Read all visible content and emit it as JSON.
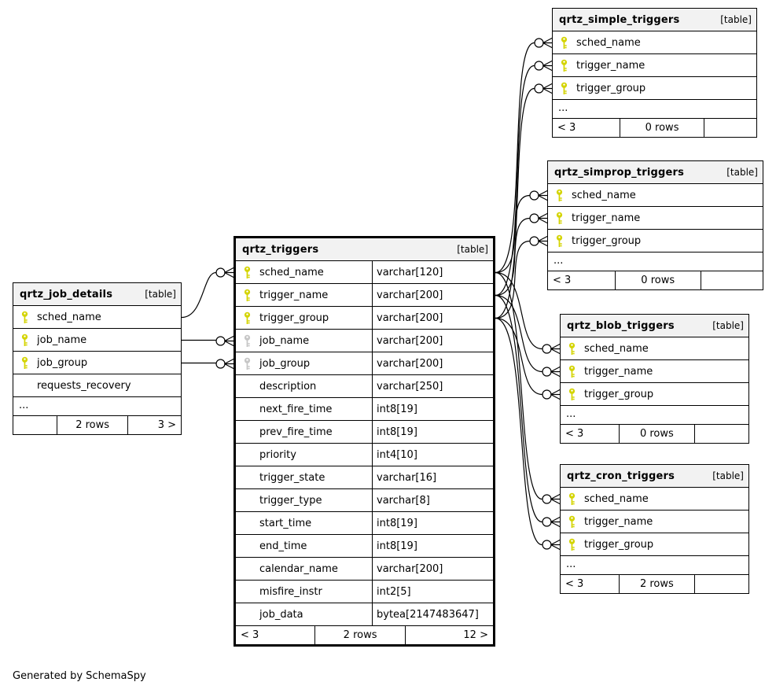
{
  "generated_by": "Generated by SchemaSpy",
  "colors": {
    "primary_key": "#d4d400",
    "foreign_key": "#c6c6c6",
    "header_bg": "#f2f2f2",
    "line": "#000000"
  },
  "tables": [
    {
      "id": "qrtz_job_details",
      "name": "qrtz_job_details",
      "tag": "[table]",
      "columns": [
        {
          "name": "sched_name",
          "key": "pk"
        },
        {
          "name": "job_name",
          "key": "pk"
        },
        {
          "name": "job_group",
          "key": "pk"
        },
        {
          "name": "requests_recovery",
          "key": "none"
        }
      ],
      "ellipsis": "...",
      "footer": {
        "left": "",
        "center": "2 rows",
        "right": "3 >"
      }
    },
    {
      "id": "qrtz_triggers",
      "name": "qrtz_triggers",
      "tag": "[table]",
      "columns": [
        {
          "name": "sched_name",
          "type": "varchar[120]",
          "key": "pk"
        },
        {
          "name": "trigger_name",
          "type": "varchar[200]",
          "key": "pk"
        },
        {
          "name": "trigger_group",
          "type": "varchar[200]",
          "key": "pk"
        },
        {
          "name": "job_name",
          "type": "varchar[200]",
          "key": "fk"
        },
        {
          "name": "job_group",
          "type": "varchar[200]",
          "key": "fk"
        },
        {
          "name": "description",
          "type": "varchar[250]",
          "key": "none"
        },
        {
          "name": "next_fire_time",
          "type": "int8[19]",
          "key": "none"
        },
        {
          "name": "prev_fire_time",
          "type": "int8[19]",
          "key": "none"
        },
        {
          "name": "priority",
          "type": "int4[10]",
          "key": "none"
        },
        {
          "name": "trigger_state",
          "type": "varchar[16]",
          "key": "none"
        },
        {
          "name": "trigger_type",
          "type": "varchar[8]",
          "key": "none"
        },
        {
          "name": "start_time",
          "type": "int8[19]",
          "key": "none"
        },
        {
          "name": "end_time",
          "type": "int8[19]",
          "key": "none"
        },
        {
          "name": "calendar_name",
          "type": "varchar[200]",
          "key": "none"
        },
        {
          "name": "misfire_instr",
          "type": "int2[5]",
          "key": "none"
        },
        {
          "name": "job_data",
          "type": "bytea[2147483647]",
          "key": "none"
        }
      ],
      "footer": {
        "left": "< 3",
        "center": "2 rows",
        "right": "12 >"
      }
    },
    {
      "id": "qrtz_simple_triggers",
      "name": "qrtz_simple_triggers",
      "tag": "[table]",
      "columns": [
        {
          "name": "sched_name",
          "key": "pk"
        },
        {
          "name": "trigger_name",
          "key": "pk"
        },
        {
          "name": "trigger_group",
          "key": "pk"
        }
      ],
      "ellipsis": "...",
      "footer": {
        "left": "< 3",
        "center": "0 rows",
        "right": ""
      }
    },
    {
      "id": "qrtz_simprop_triggers",
      "name": "qrtz_simprop_triggers",
      "tag": "[table]",
      "columns": [
        {
          "name": "sched_name",
          "key": "pk"
        },
        {
          "name": "trigger_name",
          "key": "pk"
        },
        {
          "name": "trigger_group",
          "key": "pk"
        }
      ],
      "ellipsis": "...",
      "footer": {
        "left": "< 3",
        "center": "0 rows",
        "right": ""
      }
    },
    {
      "id": "qrtz_blob_triggers",
      "name": "qrtz_blob_triggers",
      "tag": "[table]",
      "columns": [
        {
          "name": "sched_name",
          "key": "pk"
        },
        {
          "name": "trigger_name",
          "key": "pk"
        },
        {
          "name": "trigger_group",
          "key": "pk"
        }
      ],
      "ellipsis": "...",
      "footer": {
        "left": "< 3",
        "center": "0 rows",
        "right": ""
      }
    },
    {
      "id": "qrtz_cron_triggers",
      "name": "qrtz_cron_triggers",
      "tag": "[table]",
      "columns": [
        {
          "name": "sched_name",
          "key": "pk"
        },
        {
          "name": "trigger_name",
          "key": "pk"
        },
        {
          "name": "trigger_group",
          "key": "pk"
        }
      ],
      "ellipsis": "...",
      "footer": {
        "left": "< 3",
        "center": "2 rows",
        "right": ""
      }
    }
  ],
  "relationships": [
    {
      "from": "qrtz_job_details.sched_name",
      "to": "qrtz_triggers.sched_name"
    },
    {
      "from": "qrtz_job_details.job_name",
      "to": "qrtz_triggers.job_name"
    },
    {
      "from": "qrtz_job_details.job_group",
      "to": "qrtz_triggers.job_group"
    },
    {
      "from": "qrtz_triggers.sched_name",
      "to": "qrtz_simple_triggers.sched_name"
    },
    {
      "from": "qrtz_triggers.trigger_name",
      "to": "qrtz_simple_triggers.trigger_name"
    },
    {
      "from": "qrtz_triggers.trigger_group",
      "to": "qrtz_simple_triggers.trigger_group"
    },
    {
      "from": "qrtz_triggers.sched_name",
      "to": "qrtz_simprop_triggers.sched_name"
    },
    {
      "from": "qrtz_triggers.trigger_name",
      "to": "qrtz_simprop_triggers.trigger_name"
    },
    {
      "from": "qrtz_triggers.trigger_group",
      "to": "qrtz_simprop_triggers.trigger_group"
    },
    {
      "from": "qrtz_triggers.sched_name",
      "to": "qrtz_blob_triggers.sched_name"
    },
    {
      "from": "qrtz_triggers.trigger_name",
      "to": "qrtz_blob_triggers.trigger_name"
    },
    {
      "from": "qrtz_triggers.trigger_group",
      "to": "qrtz_blob_triggers.trigger_group"
    },
    {
      "from": "qrtz_triggers.sched_name",
      "to": "qrtz_cron_triggers.sched_name"
    },
    {
      "from": "qrtz_triggers.trigger_name",
      "to": "qrtz_cron_triggers.trigger_name"
    },
    {
      "from": "qrtz_triggers.trigger_group",
      "to": "qrtz_cron_triggers.trigger_group"
    }
  ]
}
